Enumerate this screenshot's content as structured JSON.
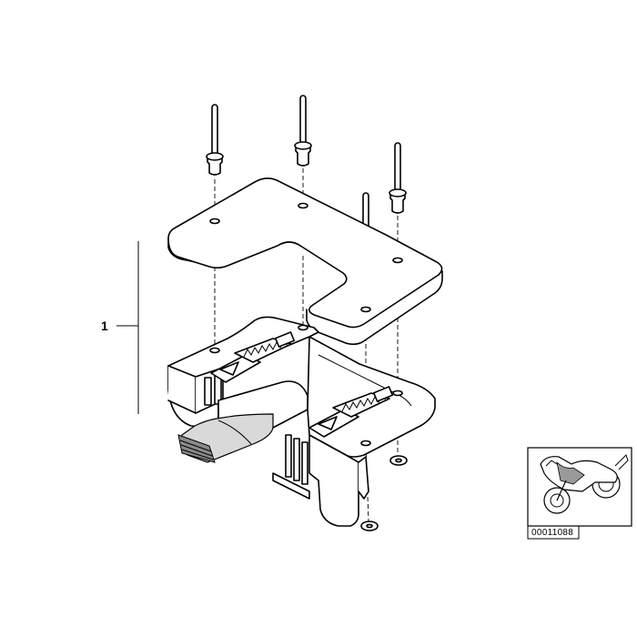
{
  "diagram": {
    "callout": {
      "label": "1"
    },
    "thumbnail": {
      "ref_code": "00011088",
      "icon": "motorcycle-icon"
    },
    "parts": [
      "rivet",
      "rivet",
      "rivet",
      "rivet",
      "cover-plate",
      "holder-base",
      "washer",
      "washer"
    ]
  }
}
